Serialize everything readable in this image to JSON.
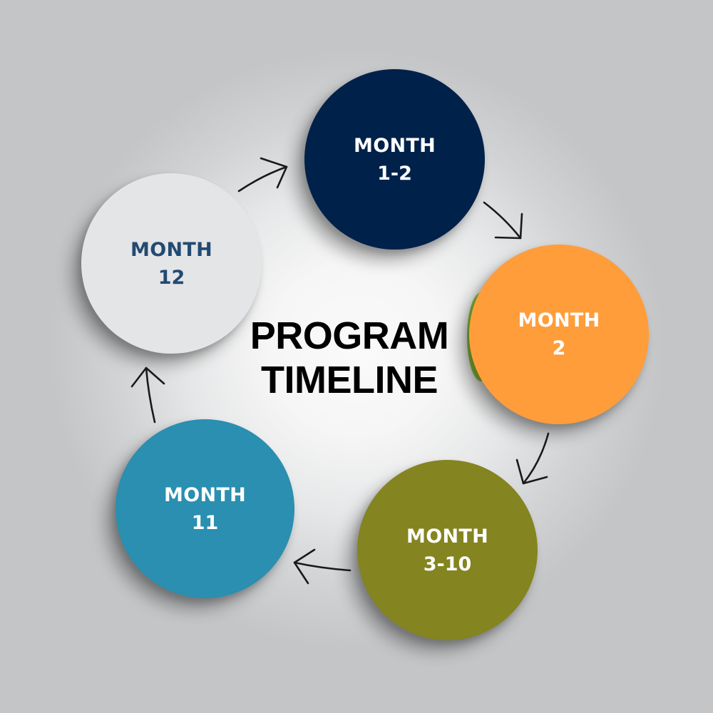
{
  "diagram": {
    "title_line1": "PROGRAM",
    "title_line2": "TIMELINE",
    "title_color": "#000000",
    "background_color": "#c4c5c7",
    "center_glow_color": "#f8f8f8",
    "flow_direction": "clockwise",
    "steps": [
      {
        "label": "MONTH",
        "sub": "1-2",
        "fill": "#00214a",
        "text_color": "#ffffff"
      },
      {
        "label": "MONTH",
        "sub": "2",
        "fill": "#ff9d3b",
        "text_color": "#ffffff"
      },
      {
        "label": "MONTH",
        "sub": "3-10",
        "fill": "#848421",
        "text_color": "#ffffff"
      },
      {
        "label": "MONTH",
        "sub": "11",
        "fill": "#2a8fb0",
        "text_color": "#ffffff"
      },
      {
        "label": "MONTH",
        "sub": "12",
        "fill": "#e4e5e7",
        "text_color": "#224a73"
      }
    ],
    "arrows": [
      {
        "from": "MONTH 12",
        "to": "MONTH 1-2",
        "icon": "arrow-right-up-icon"
      },
      {
        "from": "MONTH 1-2",
        "to": "MONTH 2",
        "icon": "arrow-right-down-icon"
      },
      {
        "from": "MONTH 2",
        "to": "MONTH 3-10",
        "icon": "arrow-left-down-icon"
      },
      {
        "from": "MONTH 3-10",
        "to": "MONTH 11",
        "icon": "arrow-left-icon"
      },
      {
        "from": "MONTH 11",
        "to": "MONTH 12",
        "icon": "arrow-up-icon"
      }
    ],
    "accent_sliver_color": "#8dc63f"
  }
}
